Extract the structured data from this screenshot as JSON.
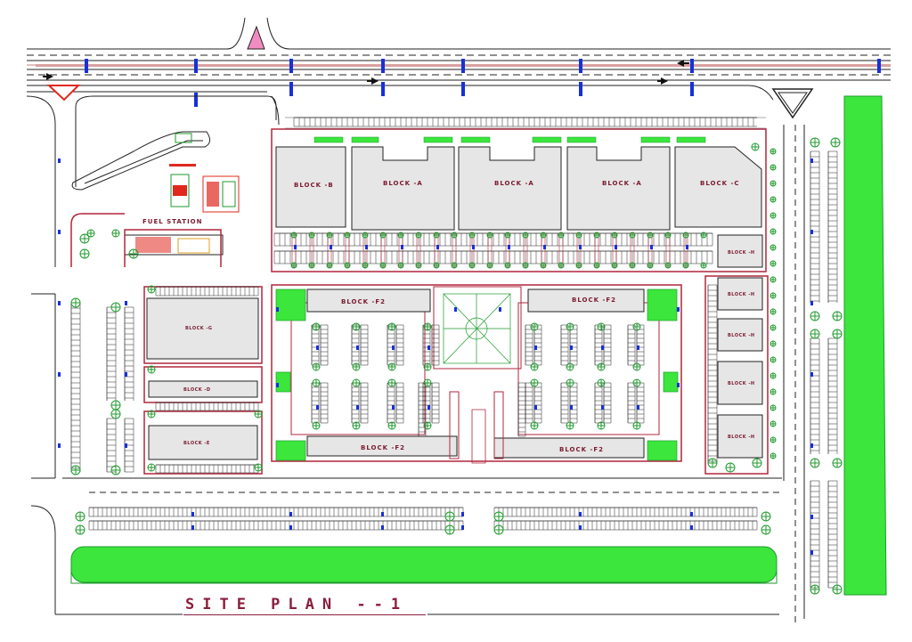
{
  "plan": {
    "title": "SITE PLAN --1",
    "fuel_station_label": "FUEL STATION",
    "blocks": {
      "block_b": "BLOCK -B",
      "block_a_1": "BLOCK -A",
      "block_a_2": "BLOCK -A",
      "block_a_3": "BLOCK -A",
      "block_c": "BLOCK -C",
      "block_g": "BLOCK -G",
      "block_d": "BLOCK -D",
      "block_e": "BLOCK -E",
      "block_f2_tl": "BLOCK -F2",
      "block_f2_tr": "BLOCK -F2",
      "block_f2_bl": "BLOCK -F2",
      "block_f2_br": "BLOCK -F2",
      "block_h_1": "BLOCK -H",
      "block_h_2": "BLOCK -H",
      "block_h_3": "BLOCK -H",
      "block_h_4": "BLOCK -H",
      "block_h_5": "BLOCK -H"
    },
    "colors": {
      "line": "#222222",
      "wall": "#b0263c",
      "building": "#e6e6e6",
      "green": "#3ce63c",
      "tree": "#1f9a2e",
      "lamp": "#1830d8",
      "pink": "#f08cc0",
      "fuel_red": "#e0281e"
    }
  }
}
